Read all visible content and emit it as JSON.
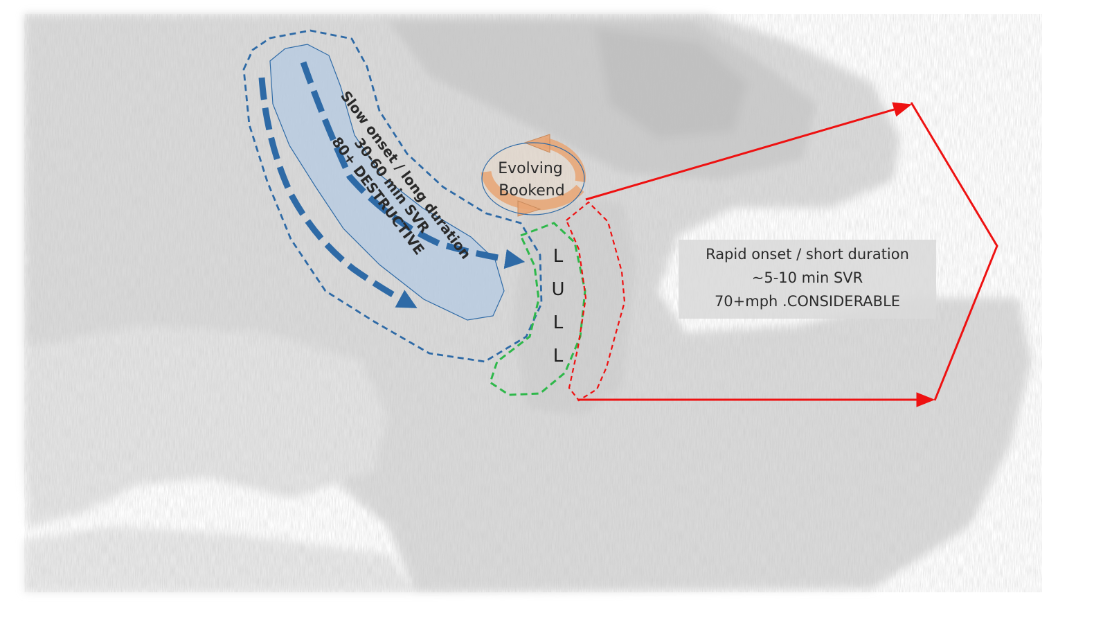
{
  "background": {
    "kind": "radar-reflectivity-grayscale"
  },
  "colors": {
    "slow_zone": "#2e6aa6",
    "slow_fill": "#b8cbe0",
    "lull": "#2eb84a",
    "rapid": "#ee1111",
    "bookend": "#e8a473",
    "rapid_box": "#d9d9d9"
  },
  "bookend": {
    "line1": "Evolving",
    "line2": "Bookend"
  },
  "slow_zone": {
    "line1": "Slow onset / long duration",
    "line2": "30-60 min SVR",
    "line3": "80+ DESTRUCTIVE"
  },
  "lull": {
    "letters": [
      "L",
      "U",
      "L",
      "L"
    ]
  },
  "rapid_zone": {
    "line1": "Rapid onset / short duration",
    "line2": "~5-10 min SVR",
    "line3": "70+mph .CONSIDERABLE"
  },
  "icons": {
    "bookend_rotation": "circular-rotation-arrow-icon",
    "slow_flow": "curved-arrow-icon",
    "rapid_expansion": "arrow-icon"
  }
}
